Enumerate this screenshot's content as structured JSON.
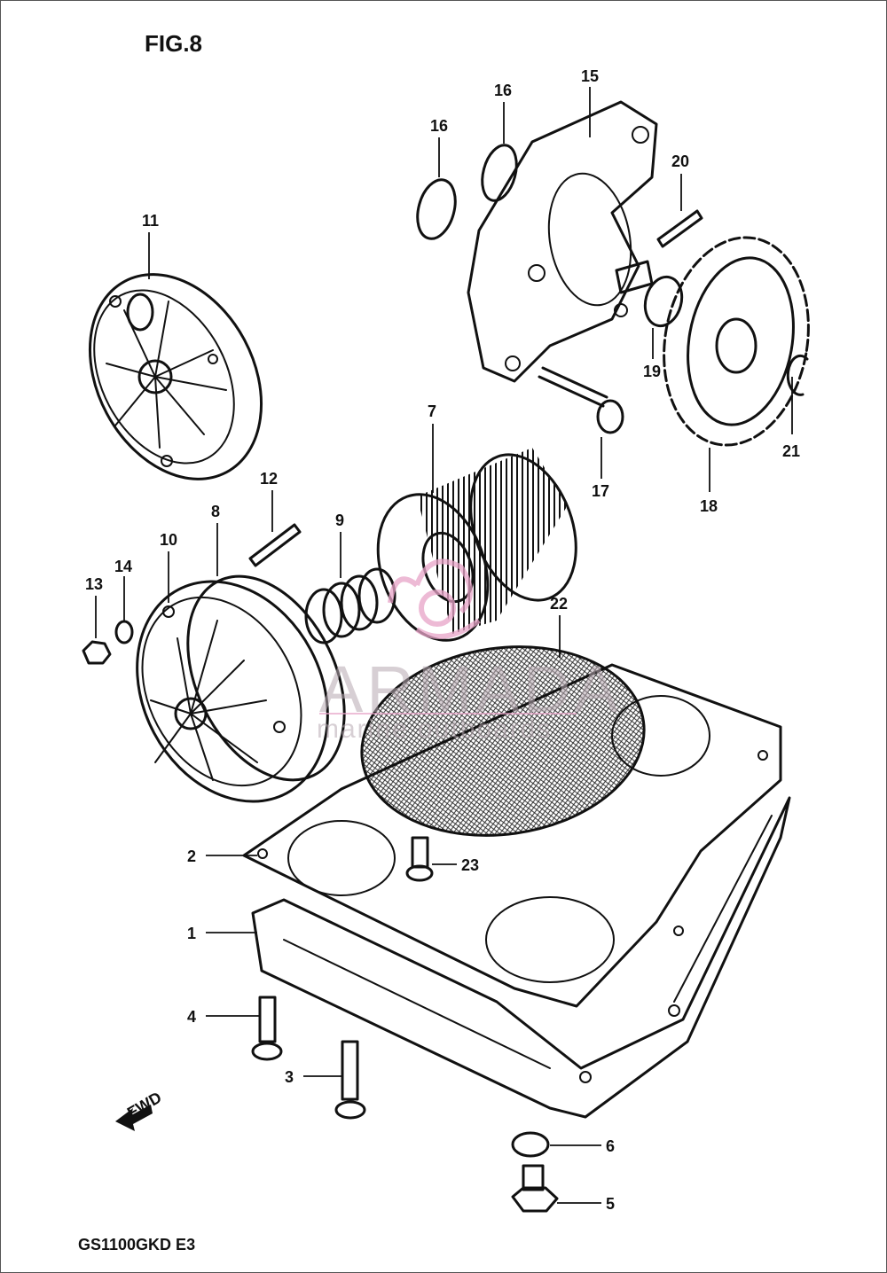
{
  "figure": {
    "title": "FIG.8",
    "model_code": "GS1100GKD E3",
    "fwd_marker": "FWD"
  },
  "watermark": {
    "brand": "ARMADA",
    "tagline": "marine outboards",
    "colors": {
      "logo": "#e8a4c8",
      "text": "#b7a9b1"
    }
  },
  "callouts": [
    {
      "id": "1"
    },
    {
      "id": "2"
    },
    {
      "id": "3"
    },
    {
      "id": "4"
    },
    {
      "id": "5"
    },
    {
      "id": "6"
    },
    {
      "id": "7"
    },
    {
      "id": "8"
    },
    {
      "id": "9"
    },
    {
      "id": "10"
    },
    {
      "id": "11"
    },
    {
      "id": "12"
    },
    {
      "id": "13"
    },
    {
      "id": "14"
    },
    {
      "id": "15"
    },
    {
      "id": "16"
    },
    {
      "id": "16"
    },
    {
      "id": "17"
    },
    {
      "id": "18"
    },
    {
      "id": "19"
    },
    {
      "id": "20"
    },
    {
      "id": "21"
    },
    {
      "id": "22"
    },
    {
      "id": "23"
    }
  ]
}
